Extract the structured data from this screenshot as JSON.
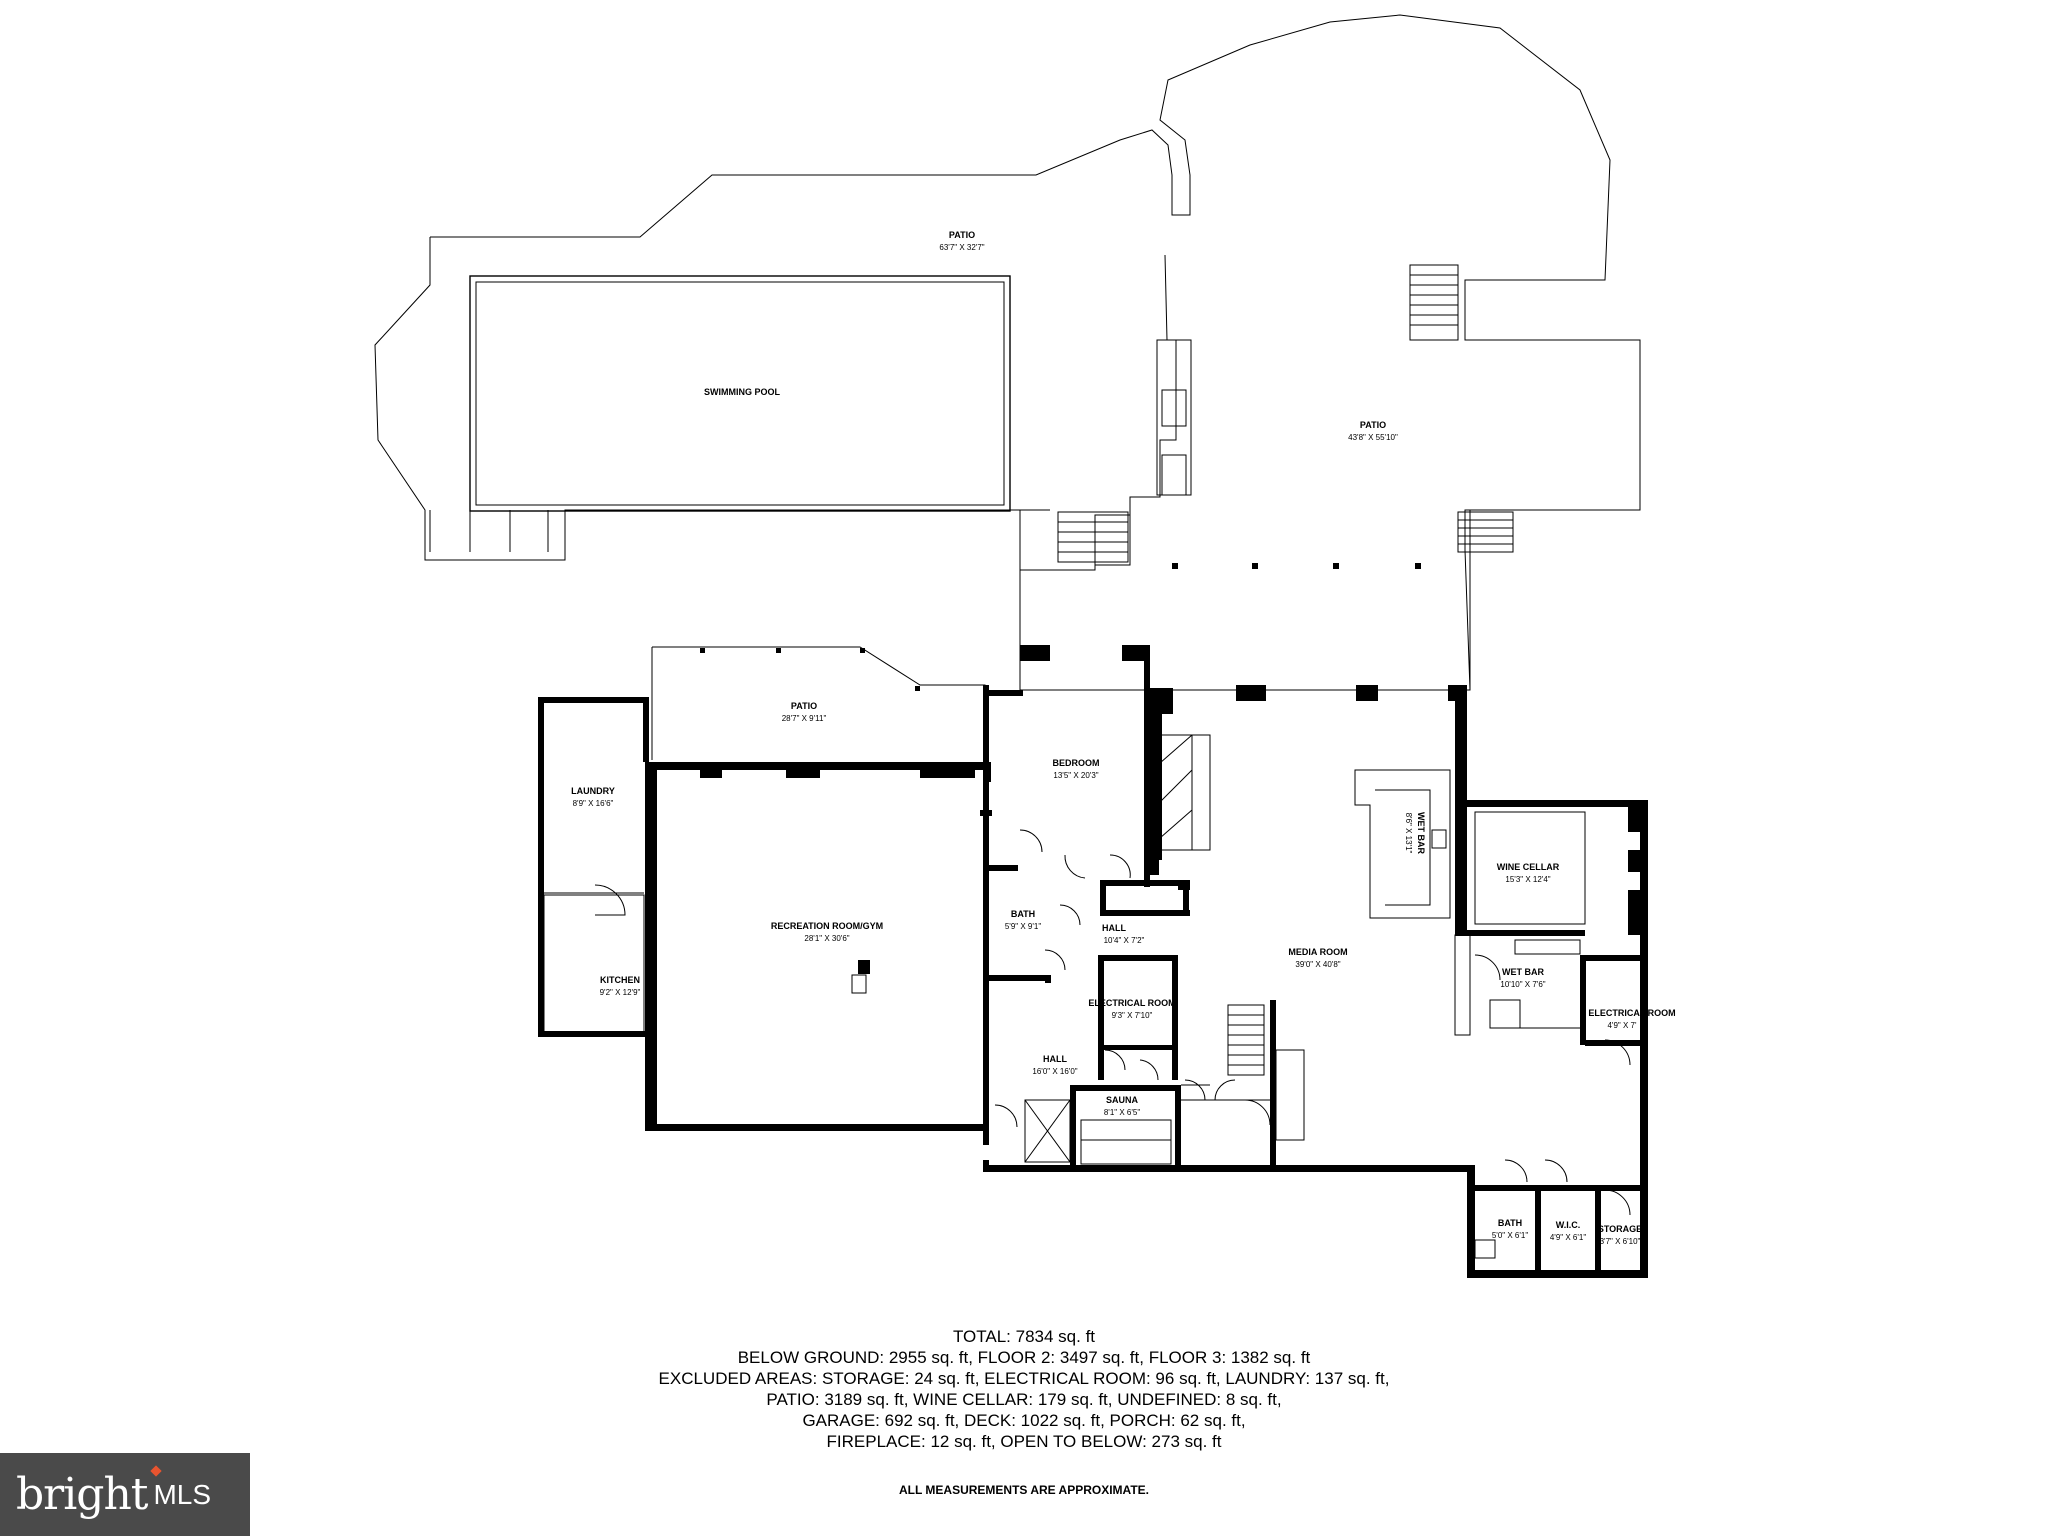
{
  "rooms": {
    "patio_upper": {
      "name": "PATIO",
      "dim": "63'7\" X 32'7\""
    },
    "swimming_pool": {
      "name": "SWIMMING POOL"
    },
    "patio_right": {
      "name": "PATIO",
      "dim": "43'8\" X 55'10\""
    },
    "patio_small": {
      "name": "PATIO",
      "dim": "28'7\" X 9'11\""
    },
    "laundry": {
      "name": "LAUNDRY",
      "dim": "8'9\" X 16'6\""
    },
    "kitchen": {
      "name": "KITCHEN",
      "dim": "9'2\" X 12'9\""
    },
    "recreation": {
      "name": "RECREATION ROOM/GYM",
      "dim": "28'1\" X 30'6\""
    },
    "bedroom": {
      "name": "BEDROOM",
      "dim": "13'5\" X 20'3\""
    },
    "bath1": {
      "name": "BATH",
      "dim": "5'9\" X 9'1\""
    },
    "hall1": {
      "name": "HALL",
      "dim": "10'4\" X 7'2\""
    },
    "electrical1": {
      "name": "ELECTRICAL ROOM",
      "dim": "9'3\" X 7'10\""
    },
    "hall2": {
      "name": "HALL",
      "dim": "16'0\" X 16'0\""
    },
    "sauna": {
      "name": "SAUNA",
      "dim": "8'1\" X 6'5\""
    },
    "wetbar1": {
      "name": "WET BAR",
      "dim": "8'6\" X 13'1\""
    },
    "media": {
      "name": "MEDIA ROOM",
      "dim": "39'0\" X 40'8\""
    },
    "winecellar": {
      "name": "WINE CELLAR",
      "dim": "15'3\" X 12'4\""
    },
    "wetbar2": {
      "name": "WET BAR",
      "dim": "10'10\" X 7'6\""
    },
    "electrical2": {
      "name": "ELECTRICAL ROOM",
      "dim": "4'9\" X 7'"
    },
    "bath2": {
      "name": "BATH",
      "dim": "5'0\" X 6'1\""
    },
    "wic": {
      "name": "W.I.C.",
      "dim": "4'9\" X 6'1\""
    },
    "storage": {
      "name": "STORAGE",
      "dim": "3'7\" X 6'10\""
    }
  },
  "summary": [
    "TOTAL: 7834 sq. ft",
    "BELOW GROUND: 2955 sq. ft, FLOOR 2: 3497 sq. ft, FLOOR 3: 1382 sq. ft",
    "EXCLUDED AREAS: STORAGE: 24 sq. ft, ELECTRICAL ROOM: 96 sq. ft, LAUNDRY: 137 sq. ft,",
    "PATIO: 3189 sq. ft, WINE CELLAR: 179 sq. ft, UNDEFINED: 8 sq. ft,",
    "GARAGE: 692 sq. ft, DECK: 1022 sq. ft, PORCH: 62 sq. ft,",
    "FIREPLACE: 12 sq. ft, OPEN TO BELOW: 273 sq. ft"
  ],
  "disclaimer": "ALL MEASUREMENTS ARE APPROXIMATE.",
  "logo": {
    "brand": "bright",
    "suffix": "MLS",
    "colors": {
      "background": "#4a4a4a",
      "accent": "#e8542f"
    }
  }
}
